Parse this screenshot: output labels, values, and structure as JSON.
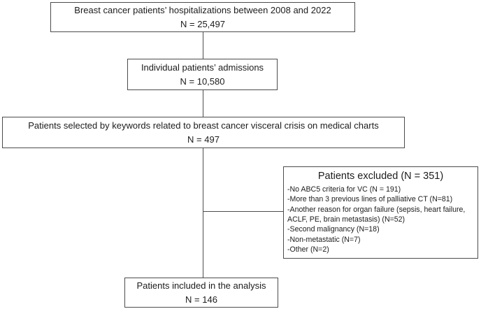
{
  "boxes": {
    "hospitalizations": {
      "label": "Breast cancer patients’ hospitalizations between 2008 and 2022",
      "n": "N = 25,497"
    },
    "admissions": {
      "label": "Individual patients’ admissions",
      "n": "N = 10,580"
    },
    "keywords": {
      "label": "Patients selected by keywords related to breast cancer visceral crisis on medical charts",
      "n": "N = 497"
    },
    "included": {
      "label": "Patients included in the analysis",
      "n": "N = 146"
    }
  },
  "excluded": {
    "title": "Patients excluded (N = 351)",
    "items": [
      "-No ABC5 criteria for VC (N = 191)",
      "-More than 3 previous lines of palliative CT (N=81)",
      "-Another reason for organ failure (sepsis, heart failure, ACLF, PE, brain metastasis) (N=52)",
      "-Second malignancy (N=18)",
      "-Non-metastatic (N=7)",
      "-Other (N=2)"
    ]
  },
  "colors": {
    "border": "#4c4c4c",
    "text": "#1c1c1c",
    "background": "#ffffff"
  }
}
